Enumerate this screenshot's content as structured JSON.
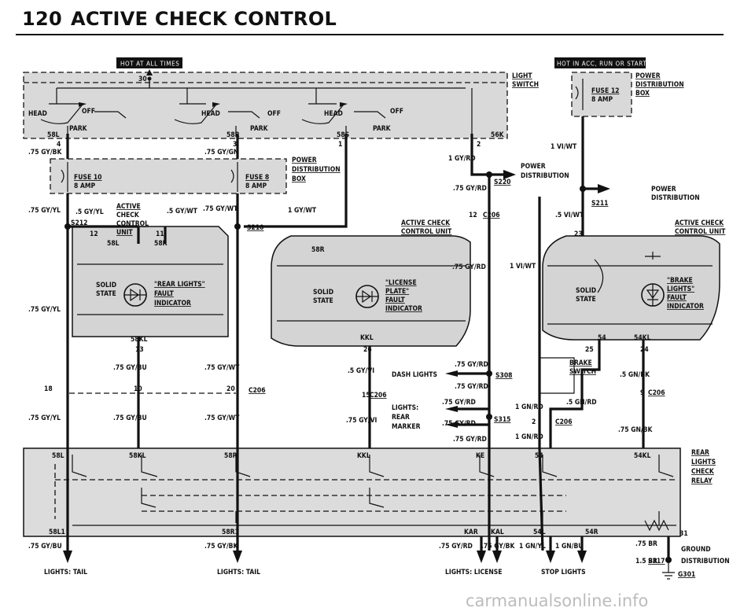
{
  "page": {
    "number": "120",
    "title": "ACTIVE CHECK CONTROL"
  },
  "banners": {
    "hot_at_all_times": "HOT AT ALL TIMES",
    "hot_in_acc_run_start": "HOT IN ACC, RUN OR START"
  },
  "light_switch": {
    "label": [
      "LIGHT",
      "SWITCH"
    ],
    "terminal_30": "30",
    "head": "HEAD",
    "off": "OFF",
    "park": "PARK",
    "pins": {
      "58L": "58L",
      "58R": "58R",
      "58S": "58S",
      "56K": "56K"
    }
  },
  "fuse_box_left": {
    "label": [
      "POWER",
      "DISTRIBUTION",
      "BOX"
    ],
    "fuse_10": "FUSE 10",
    "fuse_10_amp": "8 AMP",
    "fuse_8": "FUSE 8",
    "fuse_8_amp": "8 AMP"
  },
  "fuse_box_right": {
    "label": [
      "POWER",
      "DISTRIBUTION",
      "BOX"
    ],
    "fuse_12": "FUSE 12",
    "fuse_12_amp": "8 AMP"
  },
  "pin_numbers": {
    "p4": "4",
    "p3": "3",
    "p1": "1",
    "p2": "2",
    "p12a": "12",
    "p11": "11",
    "p12b": "12",
    "p23": "23",
    "p13": "13",
    "p26": "26",
    "p25": "25",
    "p24": "24",
    "p18": "18",
    "p10": "10",
    "p20": "20",
    "p15": "15",
    "p9": "9",
    "p2b": "2",
    "p31": "31"
  },
  "wires": {
    "gy_bk_75": ".75 GY/BK",
    "gy_gn_75": ".75 GY/GN",
    "gy_rd_1": "1 GY/RD",
    "gy_rd_75": ".75 GY/RD",
    "gy_yl_75": ".75 GY/YL",
    "gy_yl_5": ".5 GY/YL",
    "gy_wt_5": ".5 GY/WT",
    "gy_wt_75": ".75 GY/WT",
    "gy_wt_1": "1 GY/WT",
    "vi_wt_1": "1 VI/WT",
    "vi_wt_5": ".5 VI/WT",
    "gy_bu_75": ".75 GY/BU",
    "gy_vi_5": ".5 GY/VI",
    "gy_vi_75": ".75 GY/VI",
    "gn_bk_5": ".5 GN/BK",
    "gn_bk_75": ".75 GN/BK",
    "gn_rd_1": "1 GN/RD",
    "gn_rd_5": ".5 GN/RD",
    "gn_yl_1": "1 GN/YL",
    "gn_bu_1": "1 GN/BU",
    "br_75": ".75 BR",
    "br_15": "1.5 BR"
  },
  "splices": {
    "s212": "S212",
    "s210": "S210",
    "s220": "S220",
    "s211": "S211",
    "s308": "S308",
    "s315": "S315",
    "s317": "S317"
  },
  "connectors": {
    "c206": "C206"
  },
  "power_distribution": [
    "POWER",
    "DISTRIBUTION"
  ],
  "active_check_control_label": [
    "ACTIVE",
    "CHECK",
    "CONTROL",
    "UNIT"
  ],
  "units": {
    "left": {
      "solid_state": [
        "SOLID",
        "STATE"
      ],
      "indicator": [
        "\"REAR LIGHTS\"",
        "FAULT",
        "INDICATOR"
      ],
      "pins": {
        "58L": "58L",
        "58R": "58R",
        "58KL": "58KL"
      }
    },
    "middle": {
      "title": [
        "ACTIVE CHECK",
        "CONTROL UNIT"
      ],
      "solid_state": [
        "SOLID",
        "STATE"
      ],
      "indicator": [
        "\"LICENSE",
        "PLATE\"",
        "FAULT",
        "INDICATOR"
      ],
      "pins": {
        "58R": "58R",
        "KKL": "KKL"
      }
    },
    "right": {
      "title": [
        "ACTIVE CHECK",
        "CONTROL UNIT"
      ],
      "solid_state": [
        "SOLID",
        "STATE"
      ],
      "indicator": [
        "\"BRAKE",
        "LIGHTS\"",
        "FAULT",
        "INDICATOR"
      ],
      "pins": {
        "54": "54",
        "54KL": "54KL"
      }
    }
  },
  "dash_lights": "DASH LIGHTS",
  "lights_rear_marker": [
    "LIGHTS:",
    "REAR",
    "MARKER"
  ],
  "brake_switch": [
    "BRAKE",
    "SWITCH"
  ],
  "relay": {
    "label": [
      "REAR",
      "LIGHTS",
      "CHECK",
      "RELAY"
    ],
    "pins": {
      "58L": "58L",
      "58KL": "58KL",
      "58R": "58R",
      "KKL": "KKL",
      "KE": "KE",
      "54": "54",
      "54KL": "54KL",
      "58L1": "58L1",
      "58R1": "58R1",
      "KAR": "KAR",
      "KAL": "KAL",
      "54L": "54L",
      "54R": "54R"
    }
  },
  "loads": {
    "tail_left": "LIGHTS: TAIL",
    "tail_right": "LIGHTS: TAIL",
    "license": "LIGHTS: LICENSE",
    "stop": "STOP LIGHTS"
  },
  "ground": {
    "label": "GROUND",
    "distribution": "DISTRIBUTION",
    "g301": "G301"
  },
  "watermark": "carmanualsonline.info"
}
